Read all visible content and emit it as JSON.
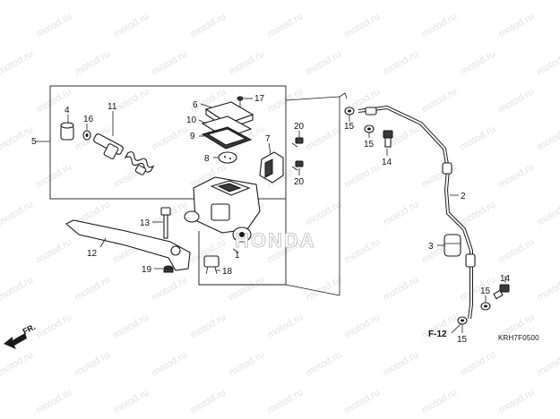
{
  "watermark": {
    "text": "motod.ru"
  },
  "callouts": {
    "c1": "1",
    "c2": "2",
    "c3": "3",
    "c4": "4",
    "c5": "5",
    "c6": "6",
    "c7": "7",
    "c8": "8",
    "c9": "9",
    "c10": "10",
    "c11": "11",
    "c12": "12",
    "c13": "13",
    "c14a": "14",
    "c14b": "14",
    "c15a": "15",
    "c15b": "15",
    "c15c": "15",
    "c15d": "15",
    "c16": "16",
    "c17": "17",
    "c18": "18",
    "c19": "19",
    "c20a": "20",
    "c20b": "20"
  },
  "references": {
    "frame_ref": "F-12",
    "direction": "FR."
  },
  "diagram_code": "KRH7F0500",
  "brand_emboss": "HONDA"
}
